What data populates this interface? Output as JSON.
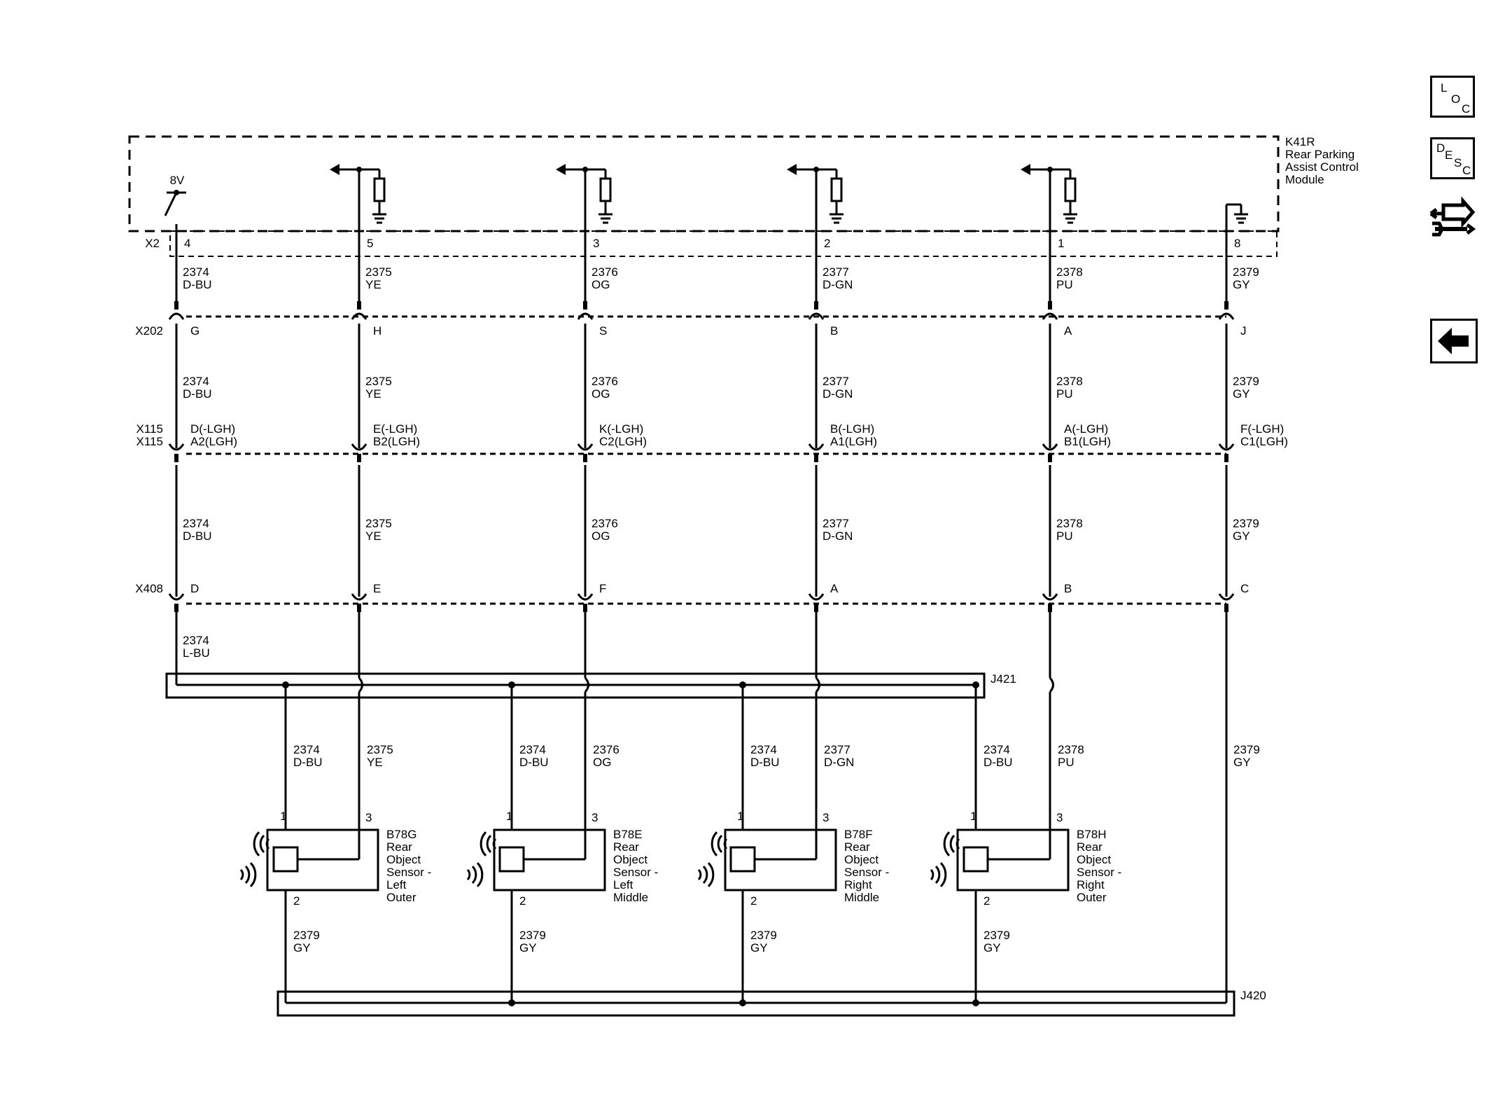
{
  "module": {
    "ref": "K41R",
    "name_lines": [
      "Rear Parking",
      "Assist Control",
      "Module"
    ],
    "connector": "X2",
    "supply": "8V"
  },
  "wires": [
    {
      "pin": "4",
      "circuit": "2374",
      "color": "D-BU",
      "x202": "G",
      "x115a": "D(-LGH)",
      "x115b": "A2(LGH)",
      "x408": "D",
      "after_x408_color": "L-BU"
    },
    {
      "pin": "5",
      "circuit": "2375",
      "color": "YE",
      "x202": "H",
      "x115a": "E(-LGH)",
      "x115b": "B2(LGH)",
      "x408": "E"
    },
    {
      "pin": "3",
      "circuit": "2376",
      "color": "OG",
      "x202": "S",
      "x115a": "K(-LGH)",
      "x115b": "C2(LGH)",
      "x408": "F"
    },
    {
      "pin": "2",
      "circuit": "2377",
      "color": "D-GN",
      "x202": "B",
      "x115a": "B(-LGH)",
      "x115b": "A1(LGH)",
      "x408": "A"
    },
    {
      "pin": "1",
      "circuit": "2378",
      "color": "PU",
      "x202": "A",
      "x115a": "A(-LGH)",
      "x115b": "B1(LGH)",
      "x408": "B"
    },
    {
      "pin": "8",
      "circuit": "2379",
      "color": "GY",
      "x202": "J",
      "x115a": "F(-LGH)",
      "x115b": "C1(LGH)",
      "x408": "C"
    }
  ],
  "connectors": {
    "x202": "X202",
    "x115a": "X115",
    "x115b": "X115",
    "x408": "X408"
  },
  "splices": {
    "j421": "J421",
    "j420": "J420"
  },
  "sensors": [
    {
      "ref": "B78G",
      "lines": [
        "Rear",
        "Object",
        "Sensor -",
        "Left",
        "Outer"
      ],
      "pin1": "1",
      "pin3": "3",
      "pin2": "2",
      "supply_circuit": "2374",
      "supply_color": "D-BU",
      "signal_circuit": "2375",
      "signal_color": "YE",
      "ground_circuit": "2379",
      "ground_color": "GY"
    },
    {
      "ref": "B78E",
      "lines": [
        "Rear",
        "Object",
        "Sensor -",
        "Left",
        "Middle"
      ],
      "pin1": "1",
      "pin3": "3",
      "pin2": "2",
      "supply_circuit": "2374",
      "supply_color": "D-BU",
      "signal_circuit": "2376",
      "signal_color": "OG",
      "ground_circuit": "2379",
      "ground_color": "GY"
    },
    {
      "ref": "B78F",
      "lines": [
        "Rear",
        "Object",
        "Sensor -",
        "Right",
        "Middle"
      ],
      "pin1": "1",
      "pin3": "3",
      "pin2": "2",
      "supply_circuit": "2374",
      "supply_color": "D-BU",
      "signal_circuit": "2377",
      "signal_color": "D-GN",
      "ground_circuit": "2379",
      "ground_color": "GY"
    },
    {
      "ref": "B78H",
      "lines": [
        "Rear",
        "Object",
        "Sensor -",
        "Right",
        "Outer"
      ],
      "pin1": "1",
      "pin3": "3",
      "pin2": "2",
      "supply_circuit": "2374",
      "supply_color": "D-BU",
      "signal_circuit": "2378",
      "signal_color": "PU",
      "ground_circuit": "2379",
      "ground_color": "GY"
    }
  ],
  "ground_wire": {
    "circuit": "2379",
    "color": "GY"
  },
  "side_panel": {
    "loc": [
      "L",
      "O",
      "C"
    ],
    "desc": [
      "D",
      "E",
      "S",
      "C"
    ]
  }
}
